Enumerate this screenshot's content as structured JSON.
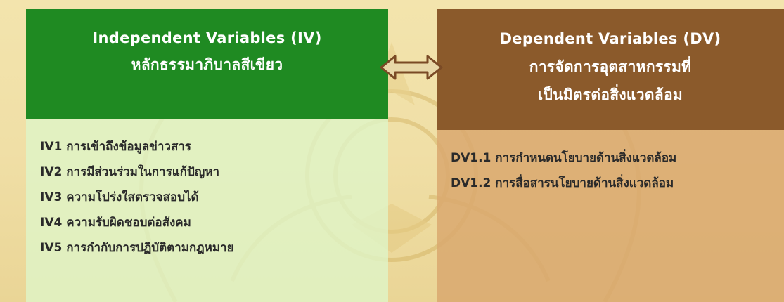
{
  "colors": {
    "iv_header": "#1f8a22",
    "iv_body": "#def5c8",
    "dv_header": "#8b5a2b",
    "dv_body": "#d9a86e",
    "background": "#f0dfa6",
    "arrow_fill": "#e8d8a8",
    "arrow_stroke": "#7a4a25"
  },
  "iv": {
    "title": "Independent Variables (IV)",
    "subtitle": "หลักธรรมาภิบาลสีเขียว",
    "items": [
      "IV1 การเข้าถึงข้อมูลข่าวสาร",
      "IV2 การมีส่วนร่วมในการแก้ปัญหา",
      "IV3 ความโปร่งใสตรวจสอบได้",
      "IV4 ความรับผิดชอบต่อสังคม",
      "IV5 การกำกับการปฏิบัติตามกฎหมาย"
    ]
  },
  "dv": {
    "title": "Dependent Variables (DV)",
    "subtitle_line1": "การจัดการอุตสาหกรรมที่",
    "subtitle_line2": "เป็นมิตรต่อสิ่งแวดล้อม",
    "items": [
      "DV1.1 การกำหนดนโยบายด้านสิ่งแวดล้อม",
      "DV1.2 การสื่อสารนโยบายด้านสิ่งแวดล้อม"
    ]
  },
  "connector_icon": "double-arrow-icon"
}
